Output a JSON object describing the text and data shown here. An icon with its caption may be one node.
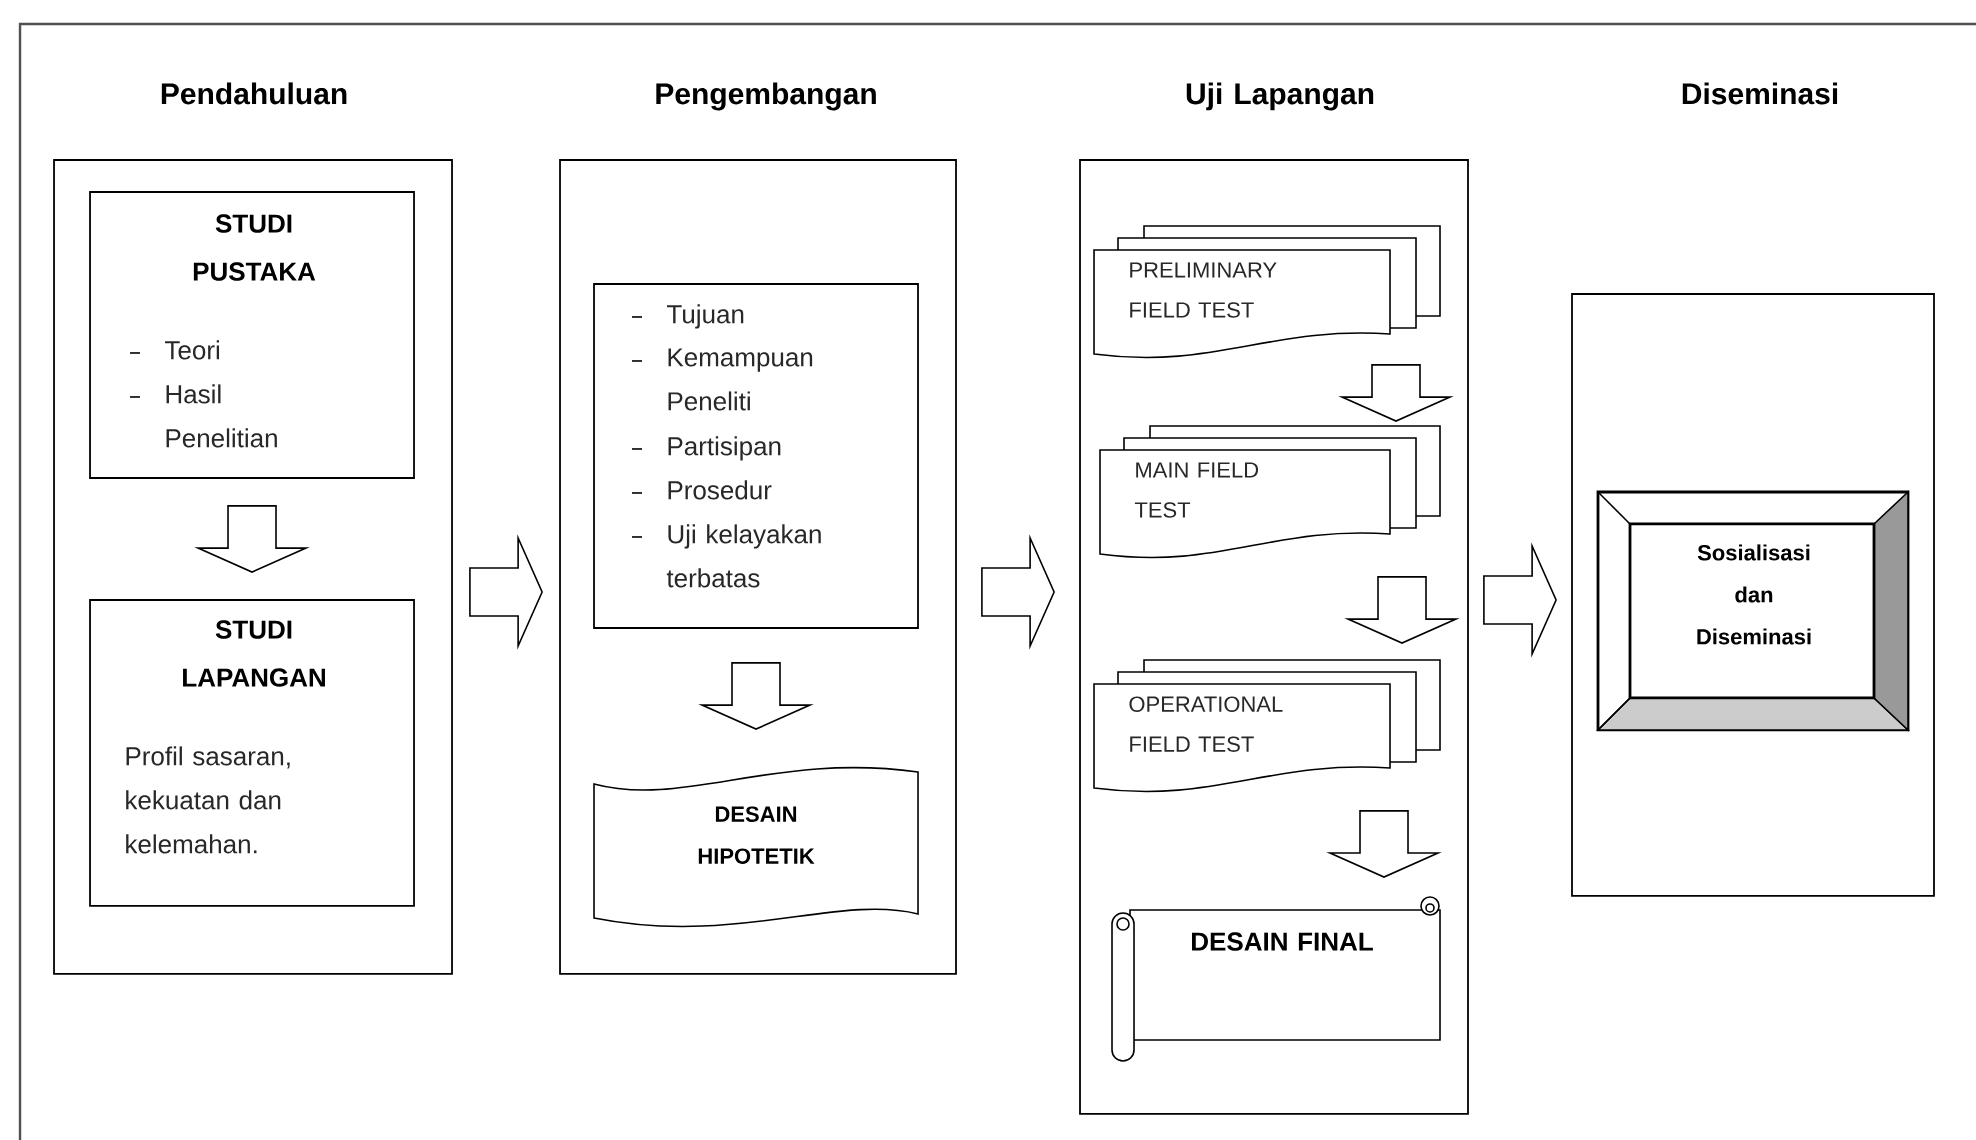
{
  "diagram": {
    "nodes": [
      {
        "text": [
          "Pendahuluan"
        ]
      },
      {
        "text": [
          "STUDI PUSTAKA",
          "Teori",
          "Hasil Penelitian"
        ],
        "in": 0
      },
      {
        "text": [
          "STUDI LAPANGAN",
          "Profil sasaran, kekuatan dan kelemahan."
        ],
        "in": 0
      },
      {
        "text": [
          "Pengembangan"
        ]
      },
      {
        "text": [
          "Tujuan",
          "Kemampuan Peneliti",
          "Partisipan",
          "Prosedur",
          "Uji kelayakan terbatas"
        ],
        "in": 3
      },
      {
        "text": [
          "DESAIN HIPOTETIK"
        ],
        "in": 3
      },
      {
        "text": [
          "Uji Lapangan"
        ]
      },
      {
        "text": [
          "PRELIMINARY FIELD TEST"
        ],
        "in": 6
      },
      {
        "text": [
          "MAIN FIELD TEST"
        ],
        "in": 6
      },
      {
        "text": [
          "OPERATIONAL FIELD TEST"
        ],
        "in": 6
      },
      {
        "text": [
          "DESAIN FINAL"
        ],
        "in": 6
      },
      {
        "text": [],
        "shape": "box"
      },
      {
        "text": [
          "Sosialisasi dan Diseminasi"
        ],
        "in": 11
      }
    ],
    "edges": [
      {
        "from": 0,
        "to": 3,
        "arrow": "to"
      },
      {
        "from": 3,
        "to": 6,
        "arrow": "to"
      },
      {
        "from": 6,
        "to": 11,
        "arrow": "to"
      },
      {
        "from": 1,
        "to": 2,
        "arrow": "to"
      },
      {
        "from": 4,
        "to": 5,
        "arrow": "to"
      },
      {
        "from": 7,
        "to": 8,
        "arrow": "to"
      },
      {
        "from": 8,
        "to": 9,
        "arrow": "to"
      },
      {
        "from": 9,
        "to": 10,
        "arrow": "to"
      }
    ],
    "labels": [
      "Diseminasi"
    ]
  }
}
